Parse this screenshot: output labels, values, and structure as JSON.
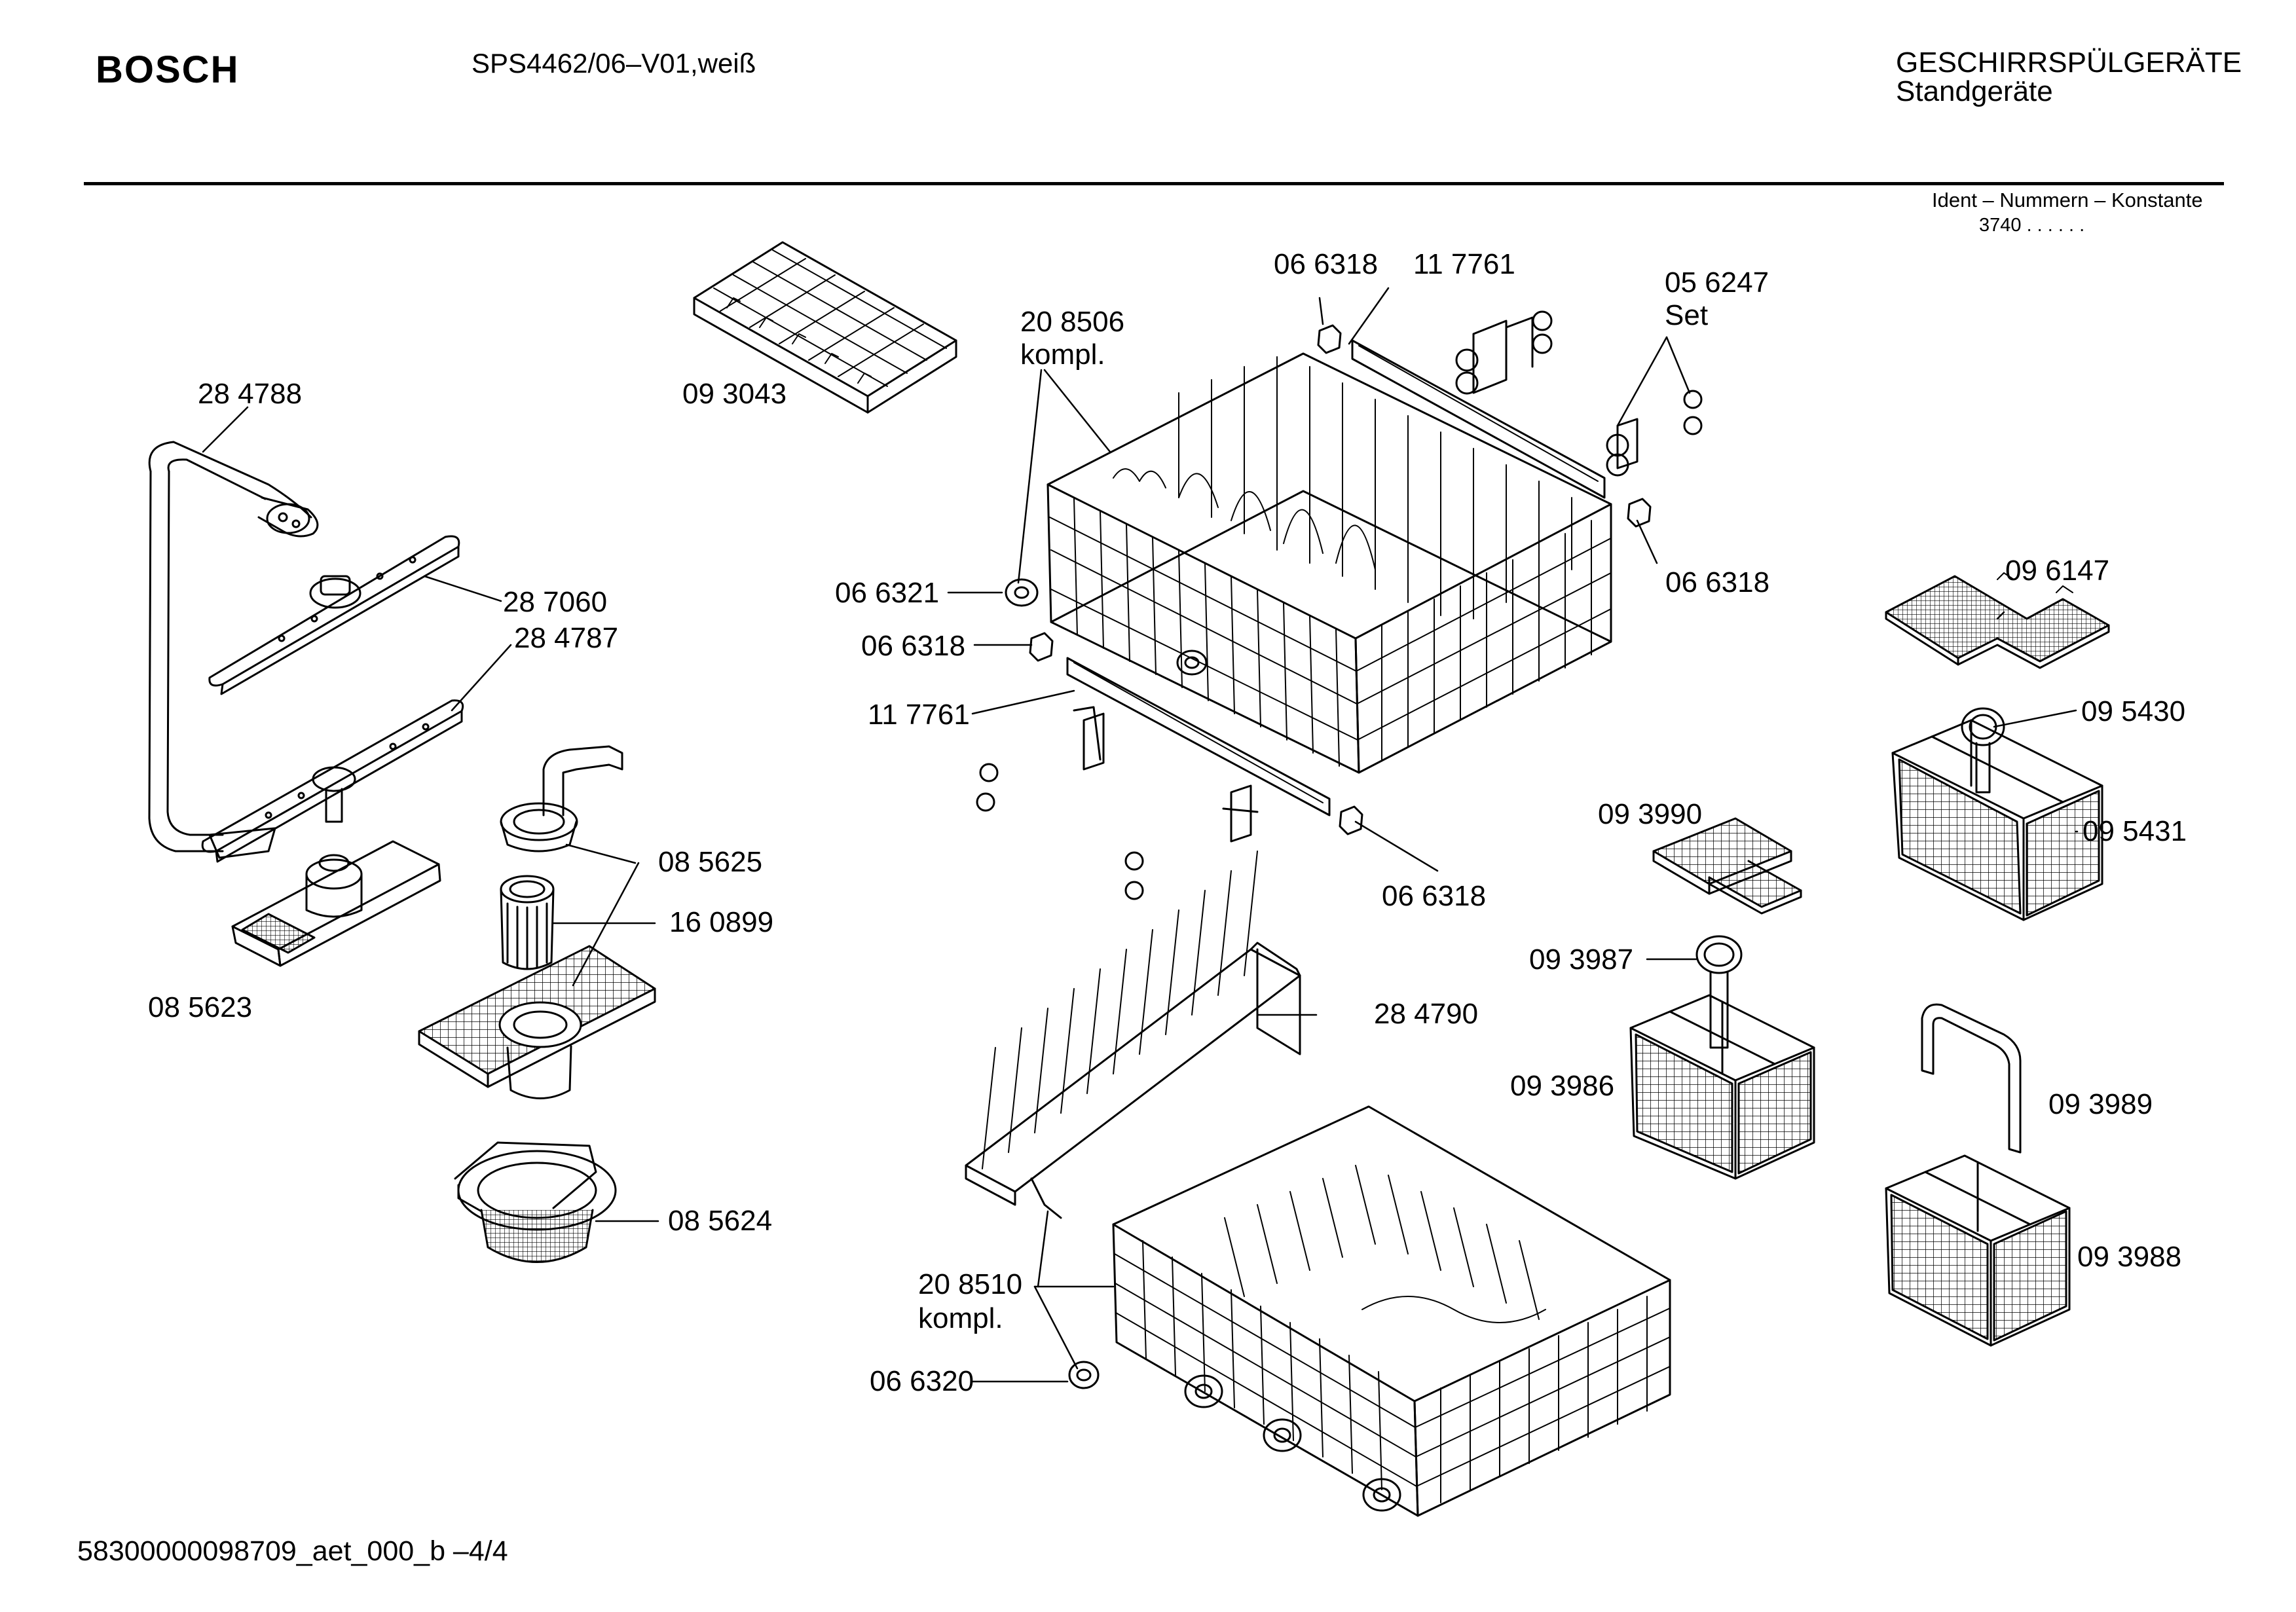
{
  "header": {
    "brand": "BOSCH",
    "model": "SPS4462/06–V01,weiß",
    "category_line1": "GESCHIRRSPÜLGERÄTE",
    "category_line2": "Standgeräte",
    "ident_label": "Ident – Nummern – Konstante",
    "ident_constant": "3740 . .   . . . ."
  },
  "footer": {
    "document_id": "58300000098709_aet_000_b  –4/4"
  },
  "labels": [
    {
      "id": "p284788",
      "text": "28 4788"
    },
    {
      "id": "p093043",
      "text": "09 3043"
    },
    {
      "id": "p208506",
      "text": "20 8506"
    },
    {
      "id": "p208506k",
      "text": "kompl."
    },
    {
      "id": "p066318a",
      "text": "06 6318"
    },
    {
      "id": "p117761a",
      "text": "11 7761"
    },
    {
      "id": "p056247",
      "text": "05 6247"
    },
    {
      "id": "p056247s",
      "text": "Set"
    },
    {
      "id": "p287060",
      "text": "28 7060"
    },
    {
      "id": "p284787",
      "text": "28 4787"
    },
    {
      "id": "p066321",
      "text": "06 6321"
    },
    {
      "id": "p066318b",
      "text": "06 6318"
    },
    {
      "id": "p066318c",
      "text": "06 6318"
    },
    {
      "id": "p117761b",
      "text": "11 7761"
    },
    {
      "id": "p096147",
      "text": "09 6147"
    },
    {
      "id": "p095430",
      "text": "09 5430"
    },
    {
      "id": "p095431",
      "text": "09 5431"
    },
    {
      "id": "p093990",
      "text": "09 3990"
    },
    {
      "id": "p085625",
      "text": "08 5625"
    },
    {
      "id": "p160899",
      "text": "16 0899"
    },
    {
      "id": "p066318d",
      "text": "06 6318"
    },
    {
      "id": "p085623",
      "text": "08 5623"
    },
    {
      "id": "p093987",
      "text": "09 3987"
    },
    {
      "id": "p284790",
      "text": "28 4790"
    },
    {
      "id": "p093986",
      "text": "09 3986"
    },
    {
      "id": "p093989",
      "text": "09 3989"
    },
    {
      "id": "p085624",
      "text": "08 5624"
    },
    {
      "id": "p093988",
      "text": "09 3988"
    },
    {
      "id": "p208510",
      "text": "20 8510"
    },
    {
      "id": "p208510k",
      "text": "kompl."
    },
    {
      "id": "p066320",
      "text": "06 6320"
    }
  ]
}
